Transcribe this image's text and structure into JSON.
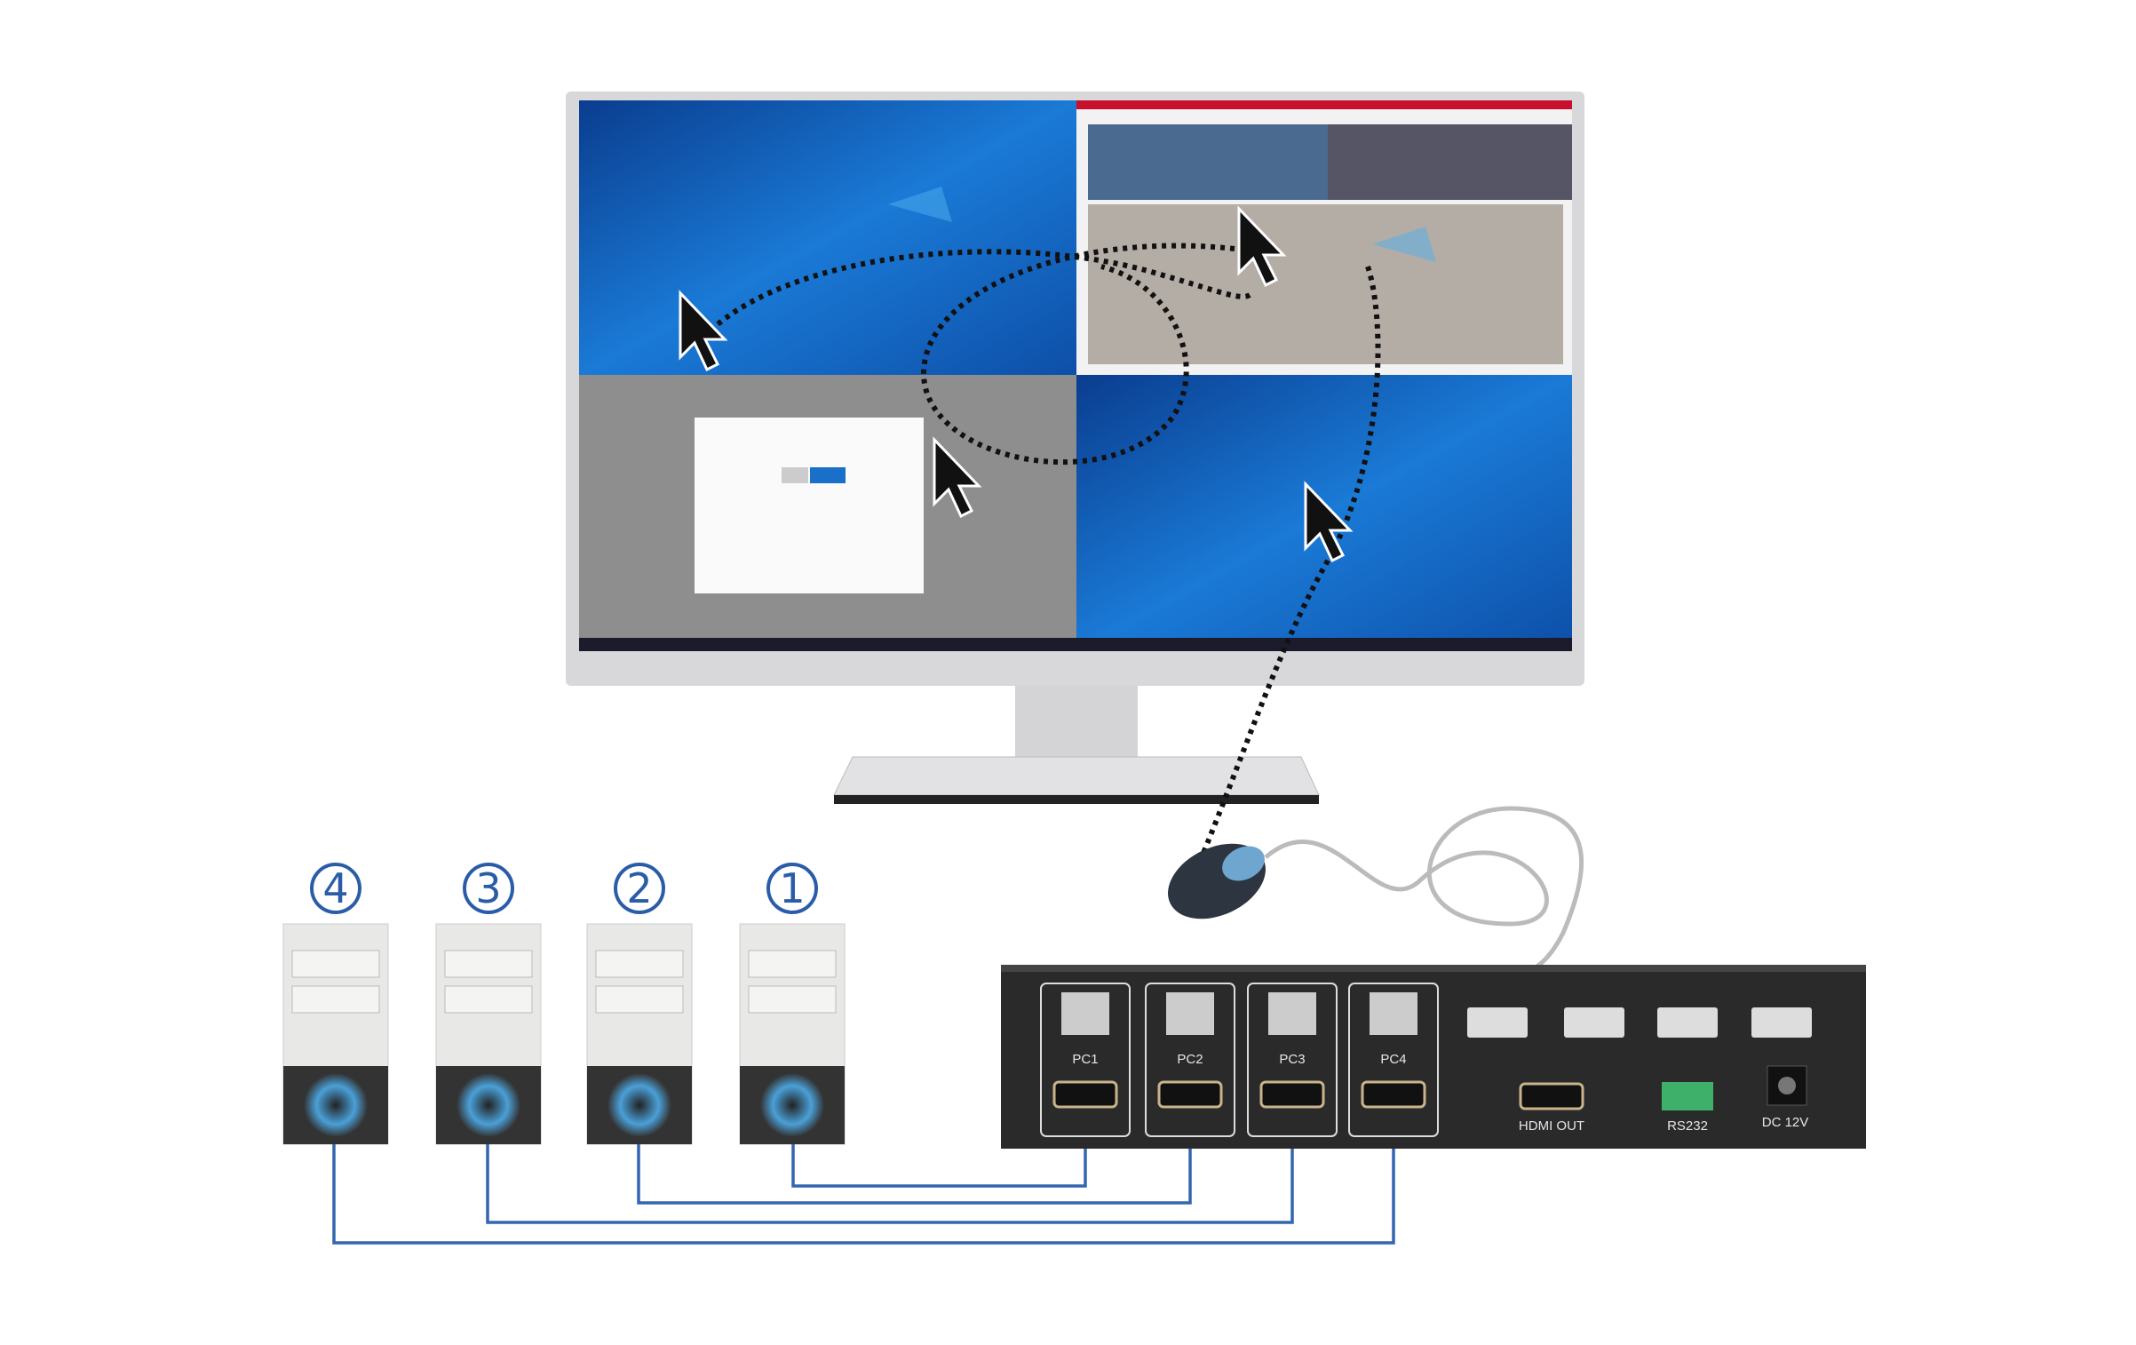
{
  "pcs": [
    {
      "number": "4"
    },
    {
      "number": "3"
    },
    {
      "number": "2"
    },
    {
      "number": "1"
    }
  ],
  "kvm": {
    "ports": [
      "PC1",
      "PC2",
      "PC3",
      "PC4"
    ],
    "hdmi_out": "HDMI OUT",
    "rs232": "RS232",
    "dc": "DC 12V",
    "usb_icons": [
      "mouse-icon",
      "keyboard-icon",
      "usb-icon",
      "usb-icon"
    ]
  },
  "colors": {
    "cable": "#3366b0",
    "kvm_body": "#2a2a2a",
    "screen_blue": "#1a6fc9",
    "number": "#2a5ca8"
  }
}
